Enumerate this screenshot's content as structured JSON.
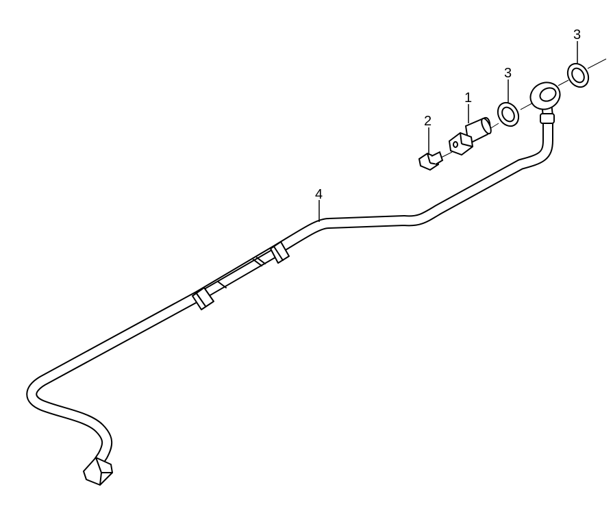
{
  "diagram": {
    "labels": {
      "banjo_bolt": "1",
      "small_bolt": "2",
      "washer_inner": "3",
      "washer_outer": "3",
      "pipe": "4"
    },
    "line_color": "#000000",
    "background": "#ffffff"
  }
}
